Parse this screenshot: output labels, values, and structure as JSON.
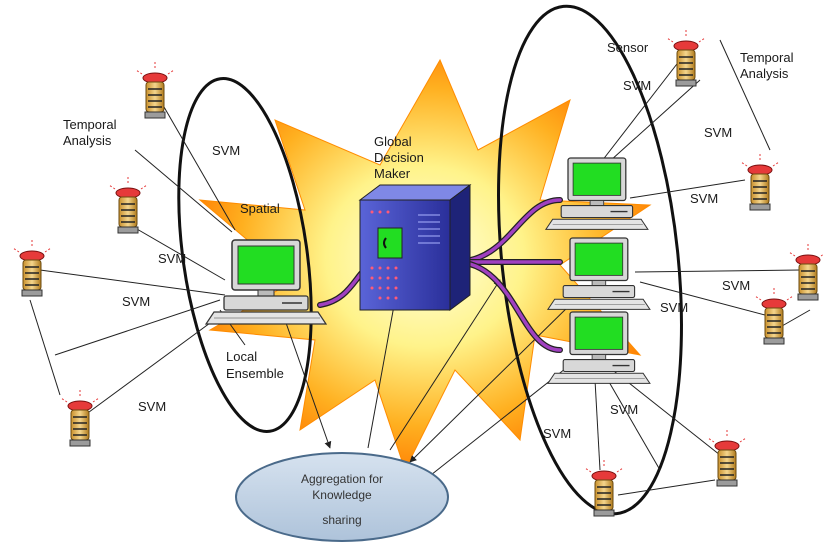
{
  "diagram": {
    "labels": {
      "sensor": "Sensor",
      "temporal_left_1": "Temporal",
      "temporal_left_2": "Analysis",
      "temporal_right_1": "Temporal",
      "temporal_right_2": "Analysis",
      "global_1": "Global",
      "global_2": "Decision",
      "global_3": "Maker",
      "spatial": "Spatial",
      "local_1": "Local",
      "local_2": "Ensemble",
      "svm": "SVM"
    },
    "aggregation": {
      "line1": "Aggregation  for",
      "line2": "Knowledge",
      "line3": "sharing"
    },
    "colors": {
      "burst_outer": "#ff8c00",
      "burst_inner": "#fff38a",
      "server_body": "#3b3fb0",
      "server_panel": "#5e6cd6",
      "screen": "#22dd22",
      "cable": "#a040c0",
      "aggregation_fill": "#c3d3e6",
      "aggregation_stroke": "#4a6a8a",
      "sensor_body": "#e8b85a",
      "sensor_light": "#e63a3a"
    },
    "icons": [
      "computer-icon",
      "server-icon",
      "sensor-icon",
      "burst-shape"
    ]
  }
}
